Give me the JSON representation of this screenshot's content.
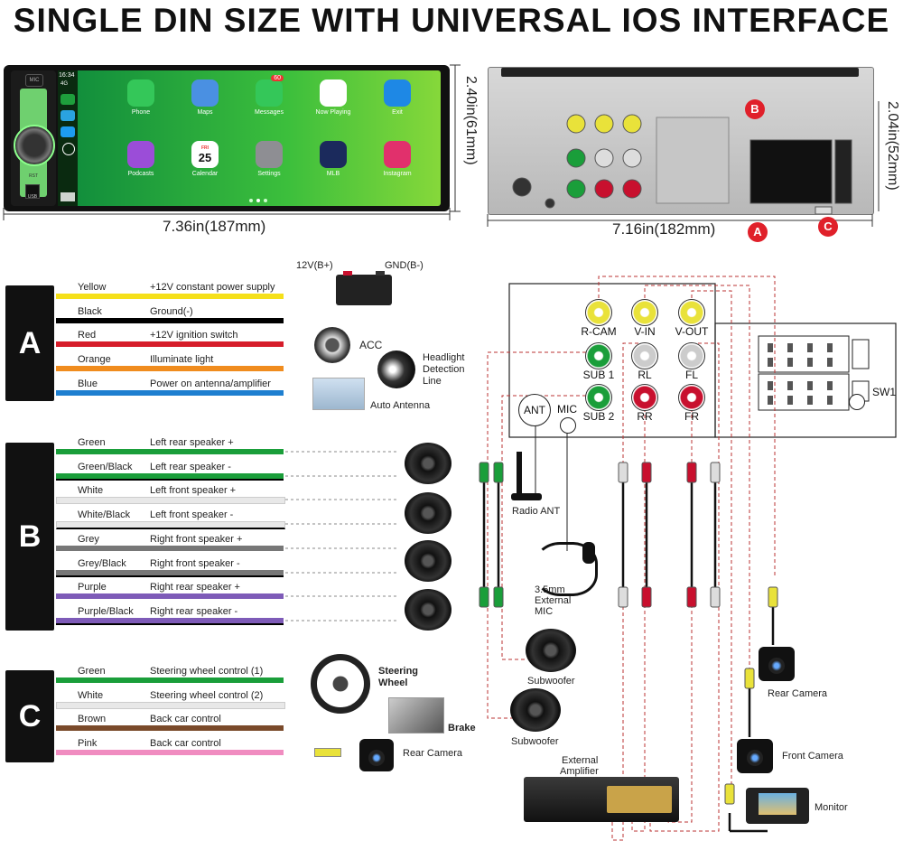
{
  "title": "SINGLE DIN SIZE WITH UNIVERSAL IOS INTERFACE",
  "front_unit": {
    "width_label": "7.36in(187mm)",
    "height_label": "2.40in(61mm)",
    "status_time": "16:34",
    "status_network": "4G",
    "buttons": [
      "MIC",
      "RST",
      "USB"
    ],
    "apps": [
      {
        "label": "Phone",
        "color": "#34c759",
        "icon": "phone-icon"
      },
      {
        "label": "Maps",
        "color": "#4a90e2",
        "icon": "maps-icon"
      },
      {
        "label": "Messages",
        "color": "#34c759",
        "icon": "message-icon",
        "badge": "60"
      },
      {
        "label": "Now Playing",
        "color": "#ffffff",
        "icon": "waveform-icon"
      },
      {
        "label": "Exit",
        "color": "#1e88e5",
        "icon": "exit-icon"
      },
      {
        "label": "Podcasts",
        "color": "#9b4dd8",
        "icon": "podcast-icon"
      },
      {
        "label": "Calendar",
        "color": "#ffffff",
        "icon": "calendar-icon",
        "day": "FRI",
        "date": "25"
      },
      {
        "label": "Settings",
        "color": "#8e8e93",
        "icon": "gear-icon"
      },
      {
        "label": "MLB",
        "color": "#1b2a5c",
        "icon": "mlb-icon"
      },
      {
        "label": "Instagram",
        "color": "#e1306c",
        "icon": "instagram-icon"
      }
    ]
  },
  "rear_unit": {
    "width_label": "7.16in(182mm)",
    "height_label": "2.04in(52mm)",
    "markers": [
      "A",
      "B",
      "C"
    ],
    "small_labels": [
      "ANT",
      "MIC",
      "SW1",
      "R-CAM",
      "V-IN",
      "V-OUT",
      "SUB1",
      "RL",
      "FL",
      "SUB2",
      "RR",
      "FR"
    ]
  },
  "section_a": {
    "letter": "A",
    "battery_labels": [
      "12V(B+)",
      "GND(B-)"
    ],
    "wires": [
      {
        "name": "Yellow",
        "func": "+12V constant power supply",
        "color": "#f5e01a"
      },
      {
        "name": "Black",
        "func": "Ground(-)",
        "color": "#000000"
      },
      {
        "name": "Red",
        "func": "+12V ignition switch",
        "color": "#d61d2a"
      },
      {
        "name": "Orange",
        "func": "Illuminate light",
        "color": "#f08c1e"
      },
      {
        "name": "Blue",
        "func": "Power on antenna/amplifier",
        "color": "#1e7fd0"
      }
    ],
    "devices": [
      "ACC",
      "Headlight Detection Line",
      "Auto Antenna"
    ]
  },
  "section_b": {
    "letter": "B",
    "wires": [
      {
        "name": "Green",
        "func": "Left rear speaker +",
        "color": "#1a9e3a",
        "stripe": ""
      },
      {
        "name": "Green/Black",
        "func": "Left rear speaker -",
        "color": "#1a9e3a",
        "stripe": "#000000"
      },
      {
        "name": "White",
        "func": "Left front speaker +",
        "color": "#e8e8e8",
        "stripe": ""
      },
      {
        "name": "White/Black",
        "func": "Left front speaker -",
        "color": "#e8e8e8",
        "stripe": "#000000"
      },
      {
        "name": "Grey",
        "func": "Right front speaker +",
        "color": "#777777",
        "stripe": ""
      },
      {
        "name": "Grey/Black",
        "func": "Right front speaker -",
        "color": "#777777",
        "stripe": "#000000"
      },
      {
        "name": "Purple",
        "func": "Right rear speaker +",
        "color": "#7e5bb8",
        "stripe": ""
      },
      {
        "name": "Purple/Black",
        "func": "Right rear speaker -",
        "color": "#7e5bb8",
        "stripe": "#000000"
      }
    ]
  },
  "section_c": {
    "letter": "C",
    "wires": [
      {
        "name": "Green",
        "func": "Steering wheel control (1)",
        "color": "#1a9e3a"
      },
      {
        "name": "White",
        "func": "Steering wheel control (2)",
        "color": "#e8e8e8"
      },
      {
        "name": "Brown",
        "func": "Back car control",
        "color": "#7a4a2a"
      },
      {
        "name": "Pink",
        "func": "Back car control",
        "color": "#f08cc0"
      }
    ],
    "devices": [
      "Steering Wheel",
      "Brake",
      "Rear Camera"
    ]
  },
  "ports": [
    {
      "label": "R-CAM",
      "color": "#e9e23a"
    },
    {
      "label": "V-IN",
      "color": "#e9e23a"
    },
    {
      "label": "V-OUT",
      "color": "#e9e23a"
    },
    {
      "label": "SUB 1",
      "color": "#1a9e3a"
    },
    {
      "label": "RL",
      "color": "#cccccc"
    },
    {
      "label": "FL",
      "color": "#cccccc"
    },
    {
      "label": "SUB 2",
      "color": "#1a9e3a"
    },
    {
      "label": "RR",
      "color": "#c8102e"
    },
    {
      "label": "FR",
      "color": "#c8102e"
    }
  ],
  "panel_labels": {
    "ant": "ANT",
    "mic": "MIC",
    "sw1": "SW1"
  },
  "accessories": {
    "radio_ant": "Radio ANT",
    "mic_line1": "3.5mm",
    "mic_line2": "External",
    "mic_line3": "MIC",
    "subwoofer1": "Subwoofer",
    "subwoofer2": "Subwoofer",
    "amp_line1": "External",
    "amp_line2": "Amplifier",
    "rear_camera": "Rear Camera",
    "front_camera": "Front Camera",
    "monitor": "Monitor"
  }
}
